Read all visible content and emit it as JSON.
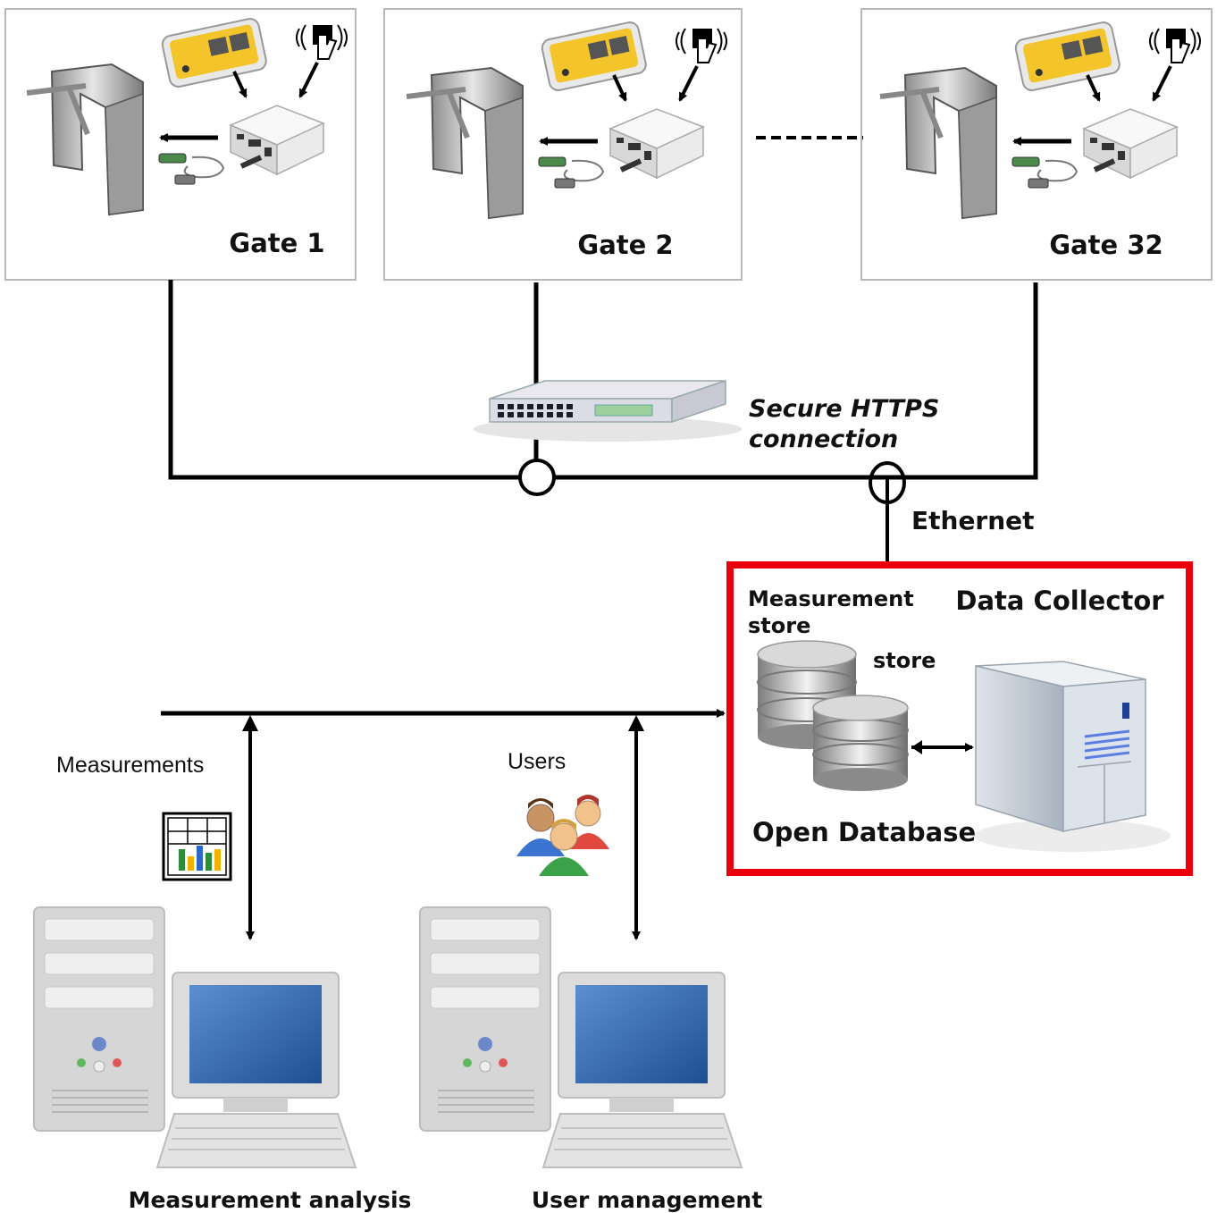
{
  "gates": [
    {
      "label": "Gate 1"
    },
    {
      "label": "Gate 2"
    },
    {
      "label": "Gate 32"
    }
  ],
  "network": {
    "connection_line1": "Secure HTTPS",
    "connection_line2": "connection",
    "ethernet_label": "Ethernet"
  },
  "collector": {
    "title": "Data Collector",
    "measurement_store_line1": "Measurement",
    "measurement_store_line2": "store",
    "store_label": "store",
    "database_label": "Open Database",
    "border_color": "#e8000b"
  },
  "clients": {
    "measurements_label": "Measurements",
    "users_label": "Users",
    "analysis_label": "Measurement analysis",
    "management_label": "User management"
  }
}
